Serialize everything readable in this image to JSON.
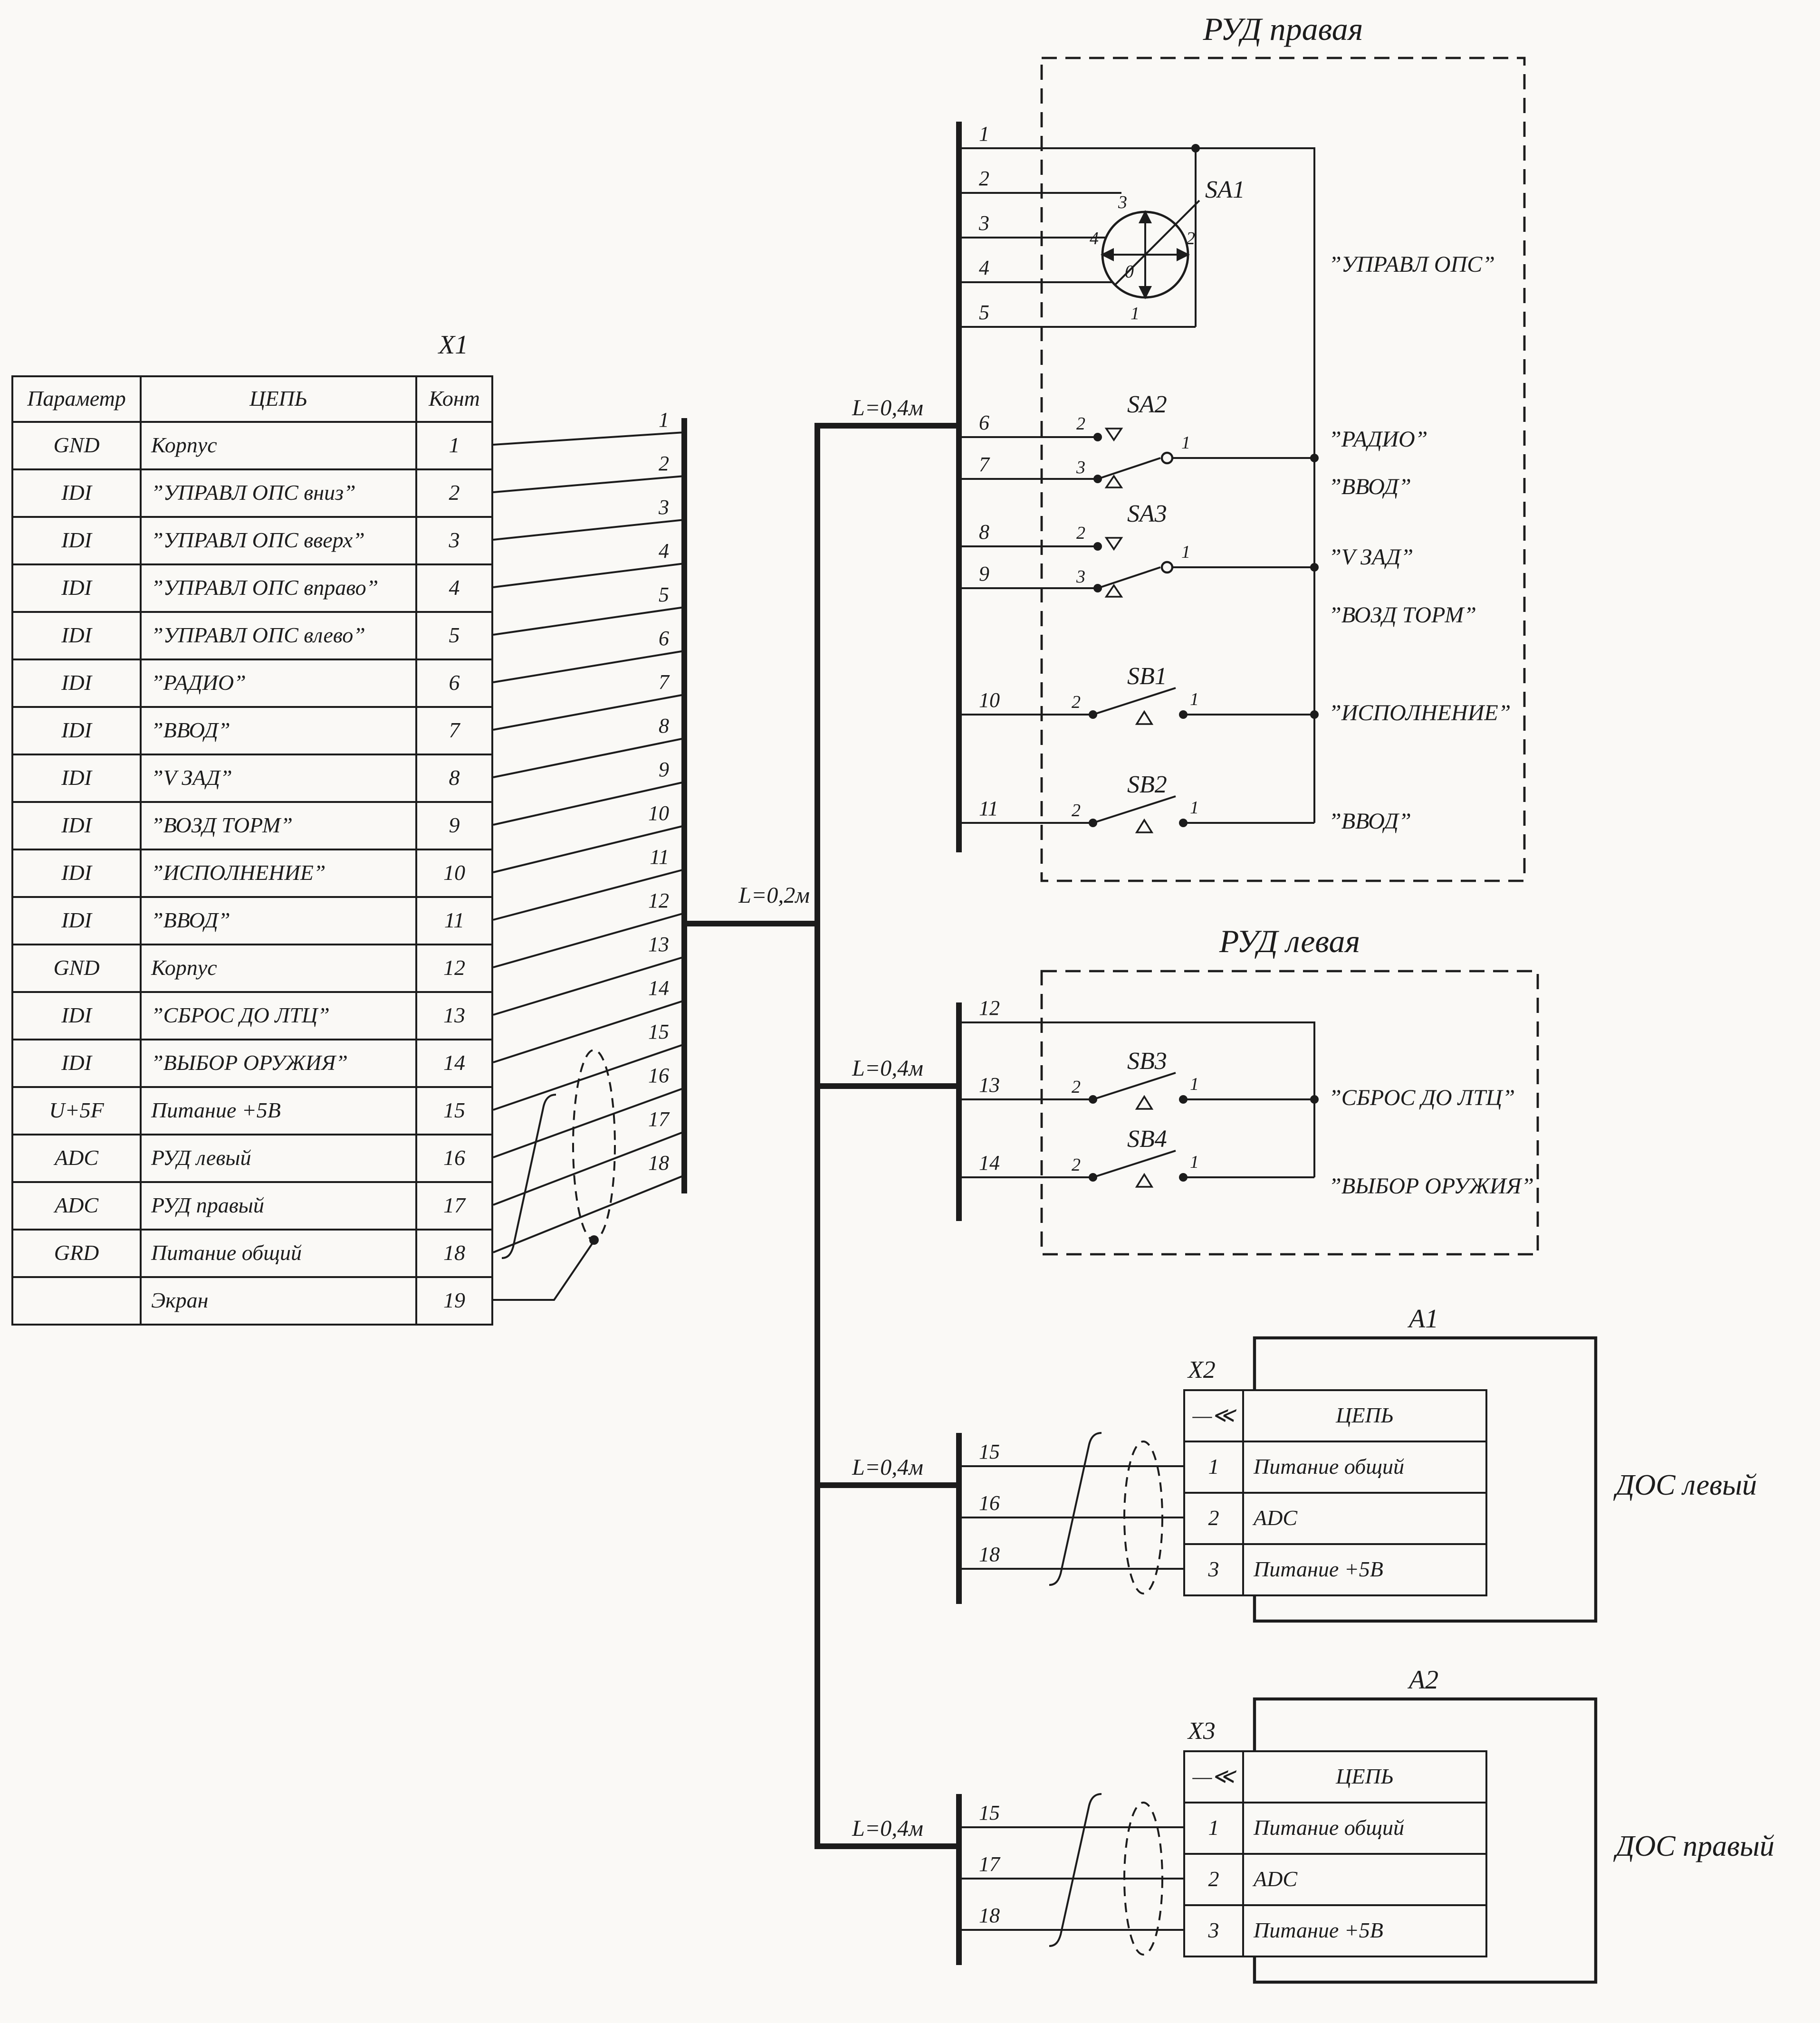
{
  "page": {
    "background": "#faf9f6",
    "ink": "#1c1c1c"
  },
  "x1": {
    "title": "X1",
    "headers": {
      "param": "Параметр",
      "circuit": "ЦЕПЬ",
      "pin": "Конт"
    },
    "rows": [
      {
        "param": "GND",
        "circuit": "Корпус",
        "pin": "1"
      },
      {
        "param": "IDI",
        "circuit": "”УПРАВЛ ОПС вниз”",
        "pin": "2"
      },
      {
        "param": "IDI",
        "circuit": "”УПРАВЛ ОПС вверх”",
        "pin": "3"
      },
      {
        "param": "IDI",
        "circuit": "”УПРАВЛ ОПС вправо”",
        "pin": "4"
      },
      {
        "param": "IDI",
        "circuit": "”УПРАВЛ ОПС влево”",
        "pin": "5"
      },
      {
        "param": "IDI",
        "circuit": "”РАДИО”",
        "pin": "6"
      },
      {
        "param": "IDI",
        "circuit": "”ВВОД”",
        "pin": "7"
      },
      {
        "param": "IDI",
        "circuit": "”V ЗАД”",
        "pin": "8"
      },
      {
        "param": "IDI",
        "circuit": "”ВОЗД ТОРМ”",
        "pin": "9"
      },
      {
        "param": "IDI",
        "circuit": "”ИСПОЛНЕНИЕ”",
        "pin": "10"
      },
      {
        "param": "IDI",
        "circuit": "”ВВОД”",
        "pin": "11"
      },
      {
        "param": "GND",
        "circuit": "Корпус",
        "pin": "12"
      },
      {
        "param": "IDI",
        "circuit": "”СБРОС ДО ЛТЦ”",
        "pin": "13"
      },
      {
        "param": "IDI",
        "circuit": "”ВЫБОР ОРУЖИЯ”",
        "pin": "14"
      },
      {
        "param": "U+5F",
        "circuit": "Питание +5В",
        "pin": "15"
      },
      {
        "param": "ADC",
        "circuit": "РУД левый",
        "pin": "16"
      },
      {
        "param": "ADC",
        "circuit": "РУД правый",
        "pin": "17"
      },
      {
        "param": "GRD",
        "circuit": "Питание общий",
        "pin": "18"
      },
      {
        "param": "",
        "circuit": "Экран",
        "pin": "19"
      }
    ],
    "bus_numbers": [
      "1",
      "2",
      "3",
      "4",
      "5",
      "6",
      "7",
      "8",
      "9",
      "10",
      "11",
      "12",
      "13",
      "14",
      "15",
      "16",
      "17",
      "18"
    ],
    "cable_label": "L=0,2м"
  },
  "branch_labels": {
    "b1": "L=0,4м",
    "b2": "L=0,4м",
    "b3": "L=0,4м",
    "b4": "L=0,4м"
  },
  "rud_right": {
    "title": "РУД правая",
    "wire_numbers": [
      "1",
      "2",
      "3",
      "4",
      "5",
      "6",
      "7",
      "8",
      "9",
      "10",
      "11"
    ],
    "sa1": {
      "ref": "SA1",
      "pos_top": "3",
      "pos_right": "2",
      "pos_bottom": "1",
      "pos_left": "4",
      "pos_center": "0",
      "annotation": "”УПРАВЛ ОПС”"
    },
    "sa2": {
      "ref": "SA2",
      "c_top": "2",
      "c_bottom": "3",
      "c_out": "1",
      "ann_top": "”РАДИО”",
      "ann_bottom": "”ВВОД”"
    },
    "sa3": {
      "ref": "SA3",
      "c_top": "2",
      "c_bottom": "3",
      "c_out": "1",
      "ann_top": "”V ЗАД”",
      "ann_bottom": "”ВОЗД ТОРМ”"
    },
    "sb1": {
      "ref": "SB1",
      "c_in": "2",
      "c_out": "1",
      "annotation": "”ИСПОЛНЕНИЕ”"
    },
    "sb2": {
      "ref": "SB2",
      "c_in": "2",
      "c_out": "1",
      "annotation": "”ВВОД”"
    }
  },
  "rud_left": {
    "title": "РУД левая",
    "wire_numbers": [
      "12",
      "13",
      "14"
    ],
    "sb3": {
      "ref": "SB3",
      "c_in": "2",
      "c_out": "1",
      "annotation": "”СБРОС ДО ЛТЦ”"
    },
    "sb4": {
      "ref": "SB4",
      "c_in": "2",
      "c_out": "1",
      "annotation": "”ВЫБОР ОРУЖИЯ”"
    }
  },
  "dos_left": {
    "unit_ref": "A1",
    "connector_ref": "X2",
    "name": "ДОС левый",
    "wire_numbers": [
      "15",
      "16",
      "18"
    ],
    "table": {
      "symbol": "—≪",
      "header": "ЦЕПЬ",
      "rows": [
        {
          "pin": "1",
          "circuit": "Питание общий"
        },
        {
          "pin": "2",
          "circuit": "ADC"
        },
        {
          "pin": "3",
          "circuit": "Питание +5В"
        }
      ]
    }
  },
  "dos_right": {
    "unit_ref": "A2",
    "connector_ref": "X3",
    "name": "ДОС правый",
    "wire_numbers": [
      "15",
      "17",
      "18"
    ],
    "table": {
      "symbol": "—≪",
      "header": "ЦЕПЬ",
      "rows": [
        {
          "pin": "1",
          "circuit": "Питание общий"
        },
        {
          "pin": "2",
          "circuit": "ADC"
        },
        {
          "pin": "3",
          "circuit": "Питание +5В"
        }
      ]
    }
  }
}
